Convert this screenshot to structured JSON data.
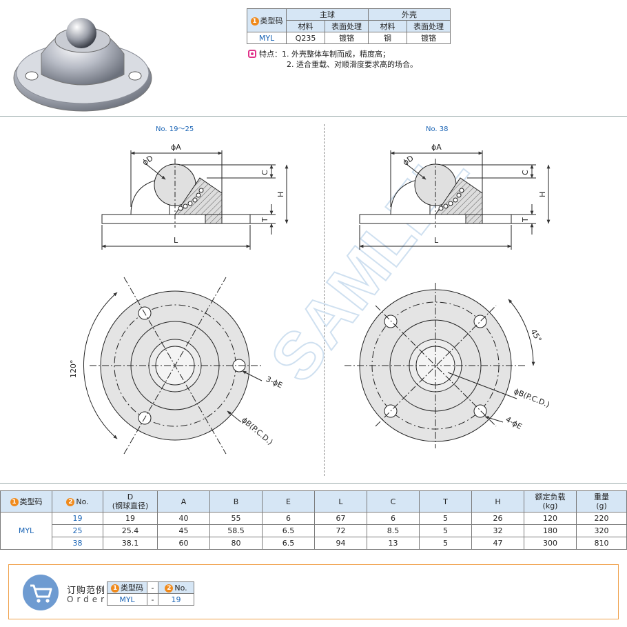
{
  "spec": {
    "type_code": "类型码",
    "main_ball": "主球",
    "housing": "外壳",
    "material": "材料",
    "surface": "表面处理",
    "row": {
      "code": "MYL",
      "ball_material": "Q235",
      "ball_surface": "镀铬",
      "housing_material": "钢",
      "housing_surface": "镀铬"
    }
  },
  "features": {
    "label": "特点：",
    "line1": "1. 外壳整体车制而成，精度高；",
    "line2": "2. 适合重载、对顺滑度要求高的场合。"
  },
  "drawings": {
    "left_title": "No. 19～25",
    "right_title": "No. 38",
    "dim_A": "ϕA",
    "dim_D": "ϕD",
    "dim_C": "C",
    "dim_H": "H",
    "dim_T": "T",
    "dim_L": "L",
    "angle_left": "120°",
    "angle_right": "45°",
    "holes_left": "3-ϕE",
    "holes_right": "4-ϕE",
    "pcd": "ϕB(P.C.D.)",
    "watermark": "SAMLEL"
  },
  "badges": {
    "one": "1",
    "two": "2"
  },
  "table": {
    "headers": {
      "type_code": "类型码",
      "no": "No.",
      "D1": "D",
      "D2": "(钢球直径)",
      "A": "A",
      "B": "B",
      "E": "E",
      "L": "L",
      "C": "C",
      "T": "T",
      "H": "H",
      "load1": "额定负载",
      "load2": "(kg)",
      "weight1": "重量",
      "weight2": "(g)"
    },
    "code": "MYL",
    "rows": [
      {
        "no": "19",
        "D": "19",
        "A": "40",
        "B": "55",
        "E": "6",
        "L": "67",
        "C": "6",
        "T": "5",
        "H": "26",
        "load": "120",
        "weight": "220"
      },
      {
        "no": "25",
        "D": "25.4",
        "A": "45",
        "B": "58.5",
        "E": "6.5",
        "L": "72",
        "C": "8.5",
        "T": "5",
        "H": "32",
        "load": "180",
        "weight": "320"
      },
      {
        "no": "38",
        "D": "38.1",
        "A": "60",
        "B": "80",
        "E": "6.5",
        "L": "94",
        "C": "13",
        "T": "5",
        "H": "47",
        "load": "300",
        "weight": "810"
      }
    ]
  },
  "order": {
    "title_cn": "订购范例",
    "title_en": "Order",
    "type_code": "类型码",
    "dash": "-",
    "no": "No.",
    "code": "MYL",
    "value": "19"
  },
  "colors": {
    "accent_blue": "#1a64b5",
    "header_bg": "#d6e6f5",
    "badge_orange": "#f08a1c"
  }
}
